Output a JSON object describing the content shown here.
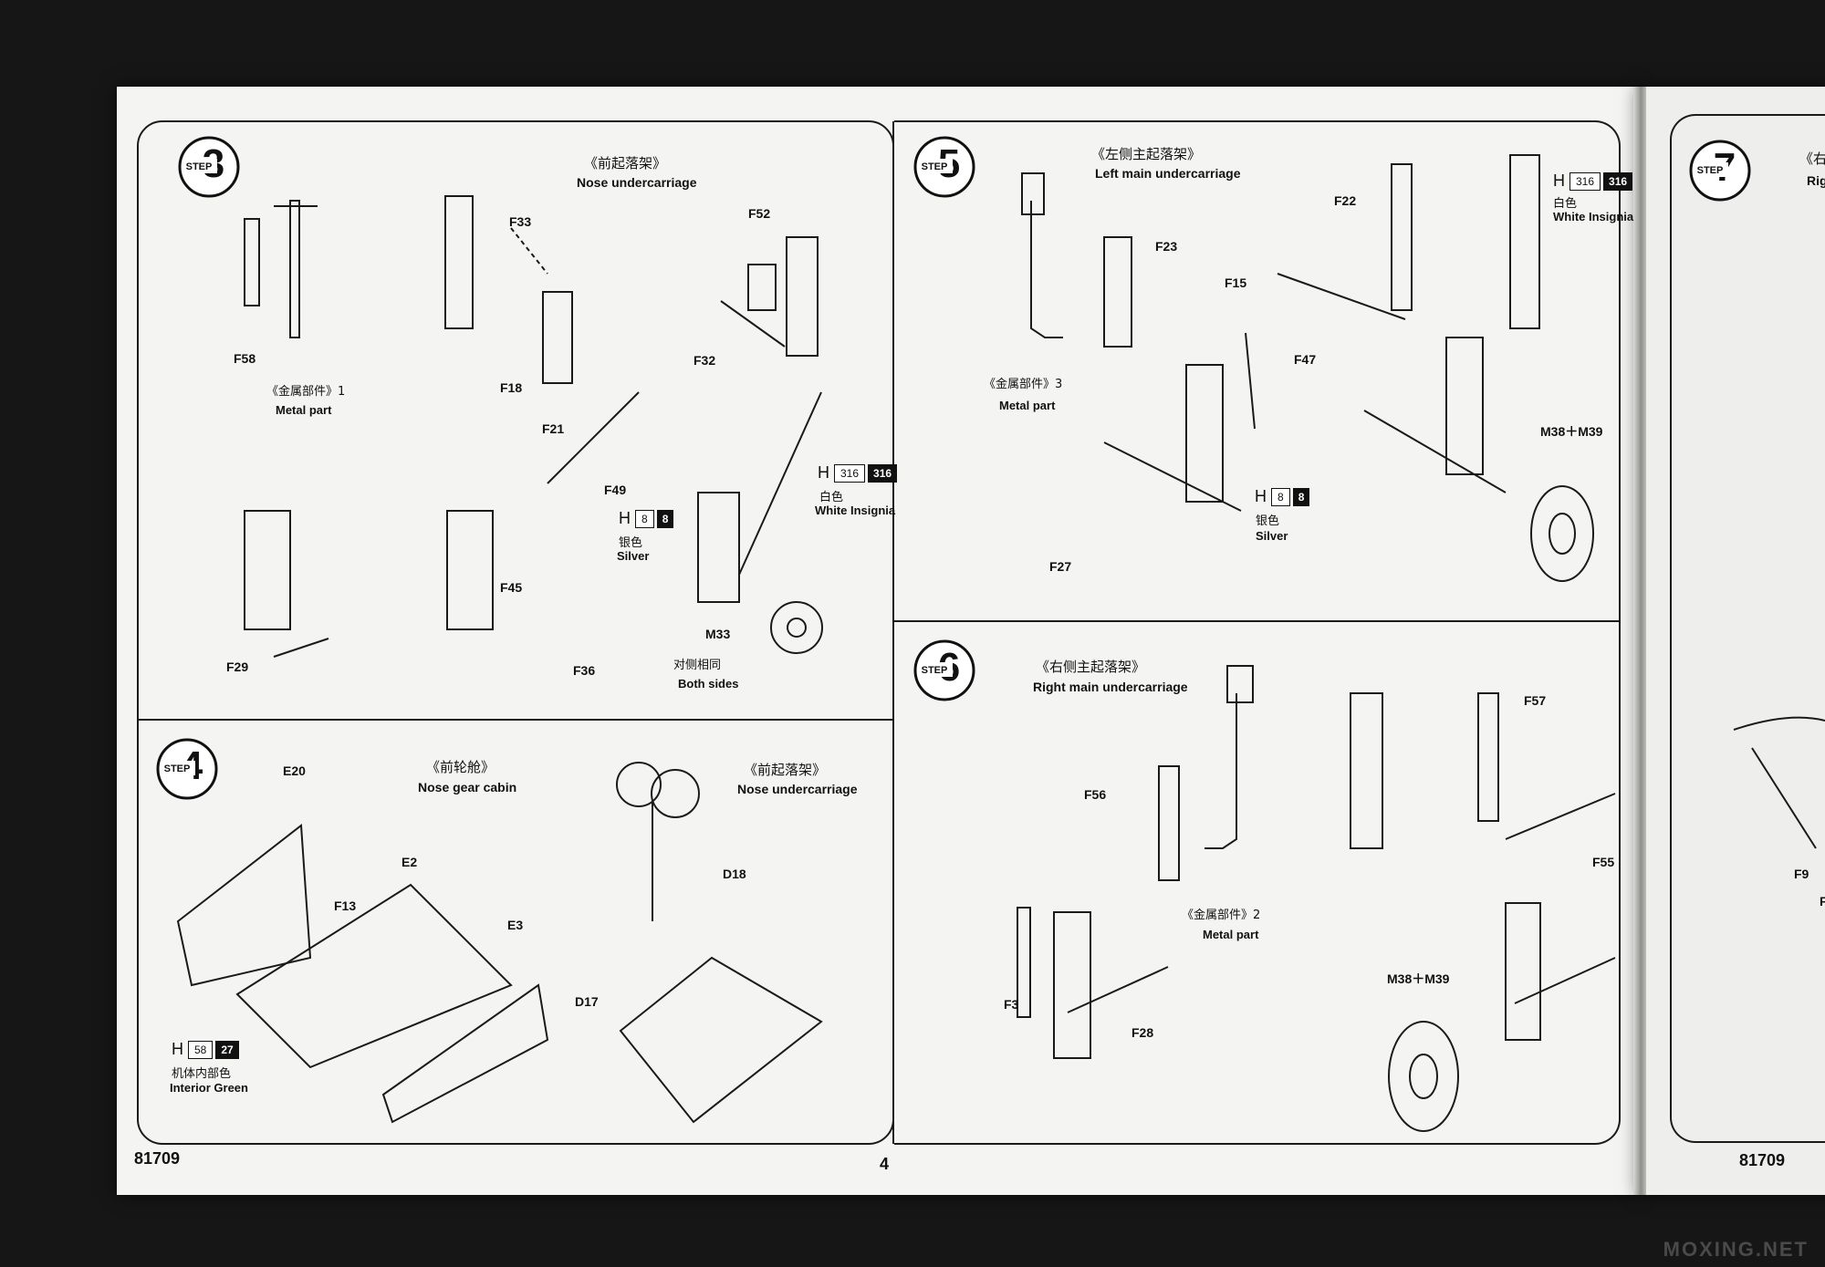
{
  "steps": {
    "step3": {
      "badge": {
        "word": "STEP",
        "number": "3"
      },
      "title_cn": "《前起落架》",
      "title_en": "Nose undercarriage",
      "callouts": [
        "F58",
        "F33",
        "F18",
        "F21",
        "F52",
        "F32",
        "F49",
        "F45",
        "F29",
        "F36",
        "M33"
      ],
      "metal_part_cn": "《金属部件》1",
      "metal_part_en": "Metal part",
      "paint_silver": {
        "h": "H",
        "code1": "8",
        "code2": "8",
        "cn": "银色",
        "en": "Silver"
      },
      "paint_white": {
        "h": "H",
        "code1": "316",
        "code2": "316",
        "cn": "白色",
        "en": "White Insignia"
      },
      "both_sides_cn": "对侧相同",
      "both_sides_en": "Both sides"
    },
    "step4": {
      "badge": {
        "word": "STEP",
        "number": "4"
      },
      "title_cn": "《前轮舱》",
      "title_en": "Nose gear cabin",
      "title2_cn": "《前起落架》",
      "title2_en": "Nose undercarriage",
      "callouts": [
        "E20",
        "E2",
        "F13",
        "E3",
        "D18",
        "D17"
      ],
      "paint_green": {
        "h": "H",
        "code1": "58",
        "code2": "27",
        "cn": "机体内部色",
        "en": "Interior Green"
      }
    },
    "step5": {
      "badge": {
        "word": "STEP",
        "number": "5"
      },
      "title_cn": "《左侧主起落架》",
      "title_en": "Left main undercarriage",
      "callouts": [
        "F23",
        "F22",
        "F15",
        "F47",
        "F27",
        "M38＋M39"
      ],
      "metal_part_cn": "《金属部件》3",
      "metal_part_en": "Metal part",
      "paint_white": {
        "h": "H",
        "code1": "316",
        "code2": "316",
        "cn": "白色",
        "en": "White Insignia"
      },
      "paint_silver": {
        "h": "H",
        "code1": "8",
        "code2": "8",
        "cn": "银色",
        "en": "Silver"
      }
    },
    "step6": {
      "badge": {
        "word": "STEP",
        "number": "6"
      },
      "title_cn": "《右侧主起落架》",
      "title_en": "Right main undercarriage",
      "callouts": [
        "F56",
        "F57",
        "F55",
        "F3",
        "F28",
        "M38＋M39"
      ],
      "metal_part_cn": "《金属部件》2",
      "metal_part_en": "Metal part"
    },
    "step7": {
      "badge": {
        "word": "STEP",
        "number": "7"
      },
      "title_cn": "《右",
      "title_en": "Rig",
      "callouts": [
        "F9",
        "F"
      ]
    }
  },
  "footer": {
    "kit_number_left": "81709",
    "page_number": "4",
    "kit_number_right": "81709"
  },
  "watermark": "MOXING.NET"
}
